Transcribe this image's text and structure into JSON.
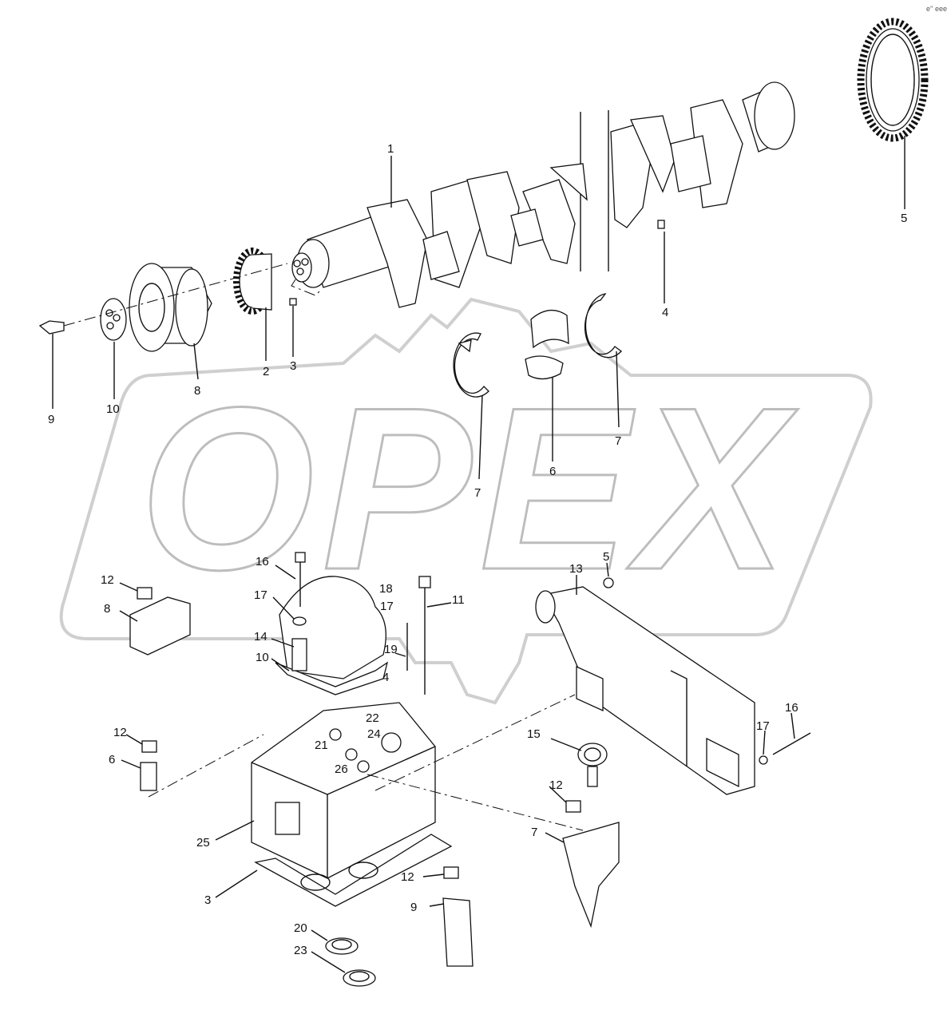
{
  "corner_mark": "e'' eee",
  "watermark": {
    "text": "OPEX",
    "color": "#bdbdbd"
  },
  "icons": {
    "watermark_logo": "gear-shaped-watermark"
  },
  "upper_group": {
    "callouts": [
      "1",
      "2",
      "3",
      "4",
      "5",
      "6",
      "7",
      "7",
      "8",
      "9",
      "10"
    ]
  },
  "lower_group": {
    "callouts": [
      "3",
      "4",
      "5",
      "6",
      "7",
      "8",
      "9",
      "10",
      "11",
      "12",
      "12",
      "12",
      "12",
      "13",
      "14",
      "15",
      "16",
      "16",
      "17",
      "17",
      "17",
      "18",
      "19",
      "20",
      "21",
      "22",
      "23",
      "24",
      "25",
      "26"
    ]
  }
}
